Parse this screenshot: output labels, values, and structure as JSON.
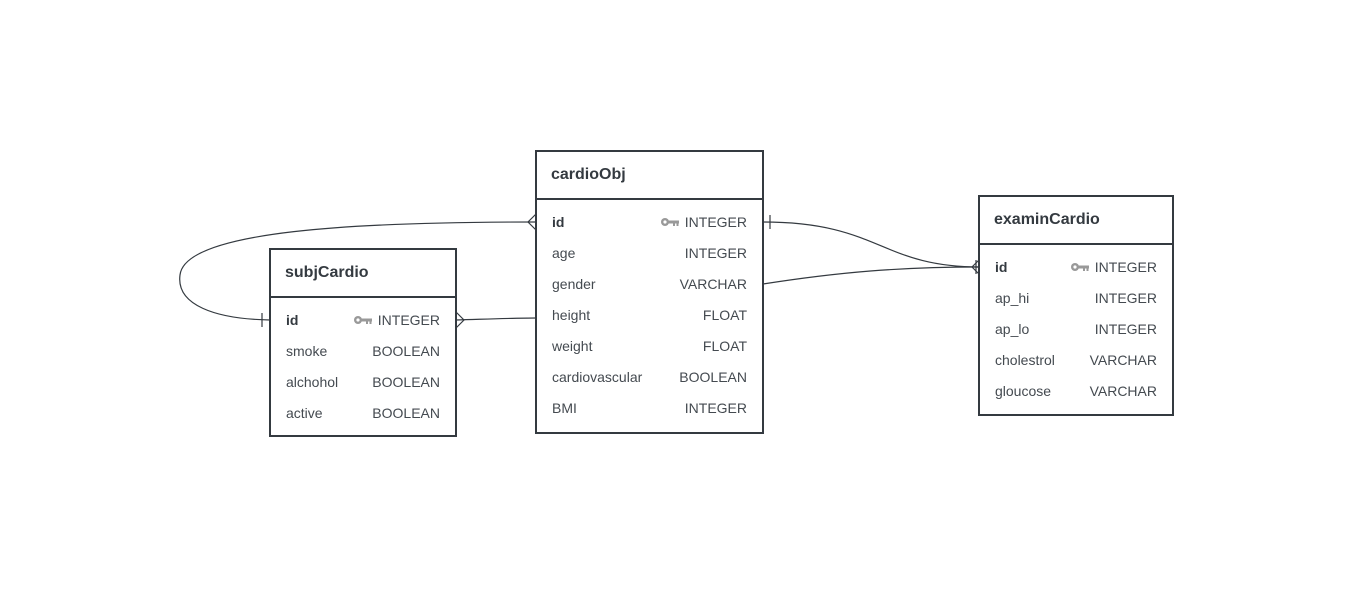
{
  "colors": {
    "stroke": "#343a40",
    "text": "#444a50",
    "key_icon": "#999999",
    "background": "#ffffff"
  },
  "entities": {
    "cardioObj": {
      "title": "cardioObj",
      "attrs": [
        {
          "name": "id",
          "type": "INTEGER",
          "pk": true
        },
        {
          "name": "age",
          "type": "INTEGER"
        },
        {
          "name": "gender",
          "type": "VARCHAR"
        },
        {
          "name": "height",
          "type": "FLOAT"
        },
        {
          "name": "weight",
          "type": "FLOAT"
        },
        {
          "name": "cardiovascular",
          "type": "BOOLEAN"
        },
        {
          "name": "BMI",
          "type": "INTEGER"
        }
      ]
    },
    "subjCardio": {
      "title": "subjCardio",
      "attrs": [
        {
          "name": "id",
          "type": "INTEGER",
          "pk": true
        },
        {
          "name": "smoke",
          "type": "BOOLEAN"
        },
        {
          "name": "alchohol",
          "type": "BOOLEAN"
        },
        {
          "name": "active",
          "type": "BOOLEAN"
        }
      ]
    },
    "examinCardio": {
      "title": "examinCardio",
      "attrs": [
        {
          "name": "id",
          "type": "INTEGER",
          "pk": true
        },
        {
          "name": "ap_hi",
          "type": "INTEGER"
        },
        {
          "name": "ap_lo",
          "type": "INTEGER"
        },
        {
          "name": "cholestrol",
          "type": "VARCHAR"
        },
        {
          "name": "gloucose",
          "type": "VARCHAR"
        }
      ]
    }
  },
  "relationships": [
    {
      "from": "cardioObj.id",
      "from_end": "many",
      "to": "subjCardio.id",
      "to_end": "one"
    },
    {
      "from": "subjCardio.id",
      "from_end": "many",
      "to": "cardioObj.height",
      "to_end": "none"
    },
    {
      "from": "cardioObj.id",
      "from_end": "one",
      "to": "examinCardio.id",
      "to_end": "one-or-many"
    },
    {
      "from": "cardioObj.gender",
      "from_end": "none",
      "to": "examinCardio.id",
      "to_end": "many"
    }
  ]
}
